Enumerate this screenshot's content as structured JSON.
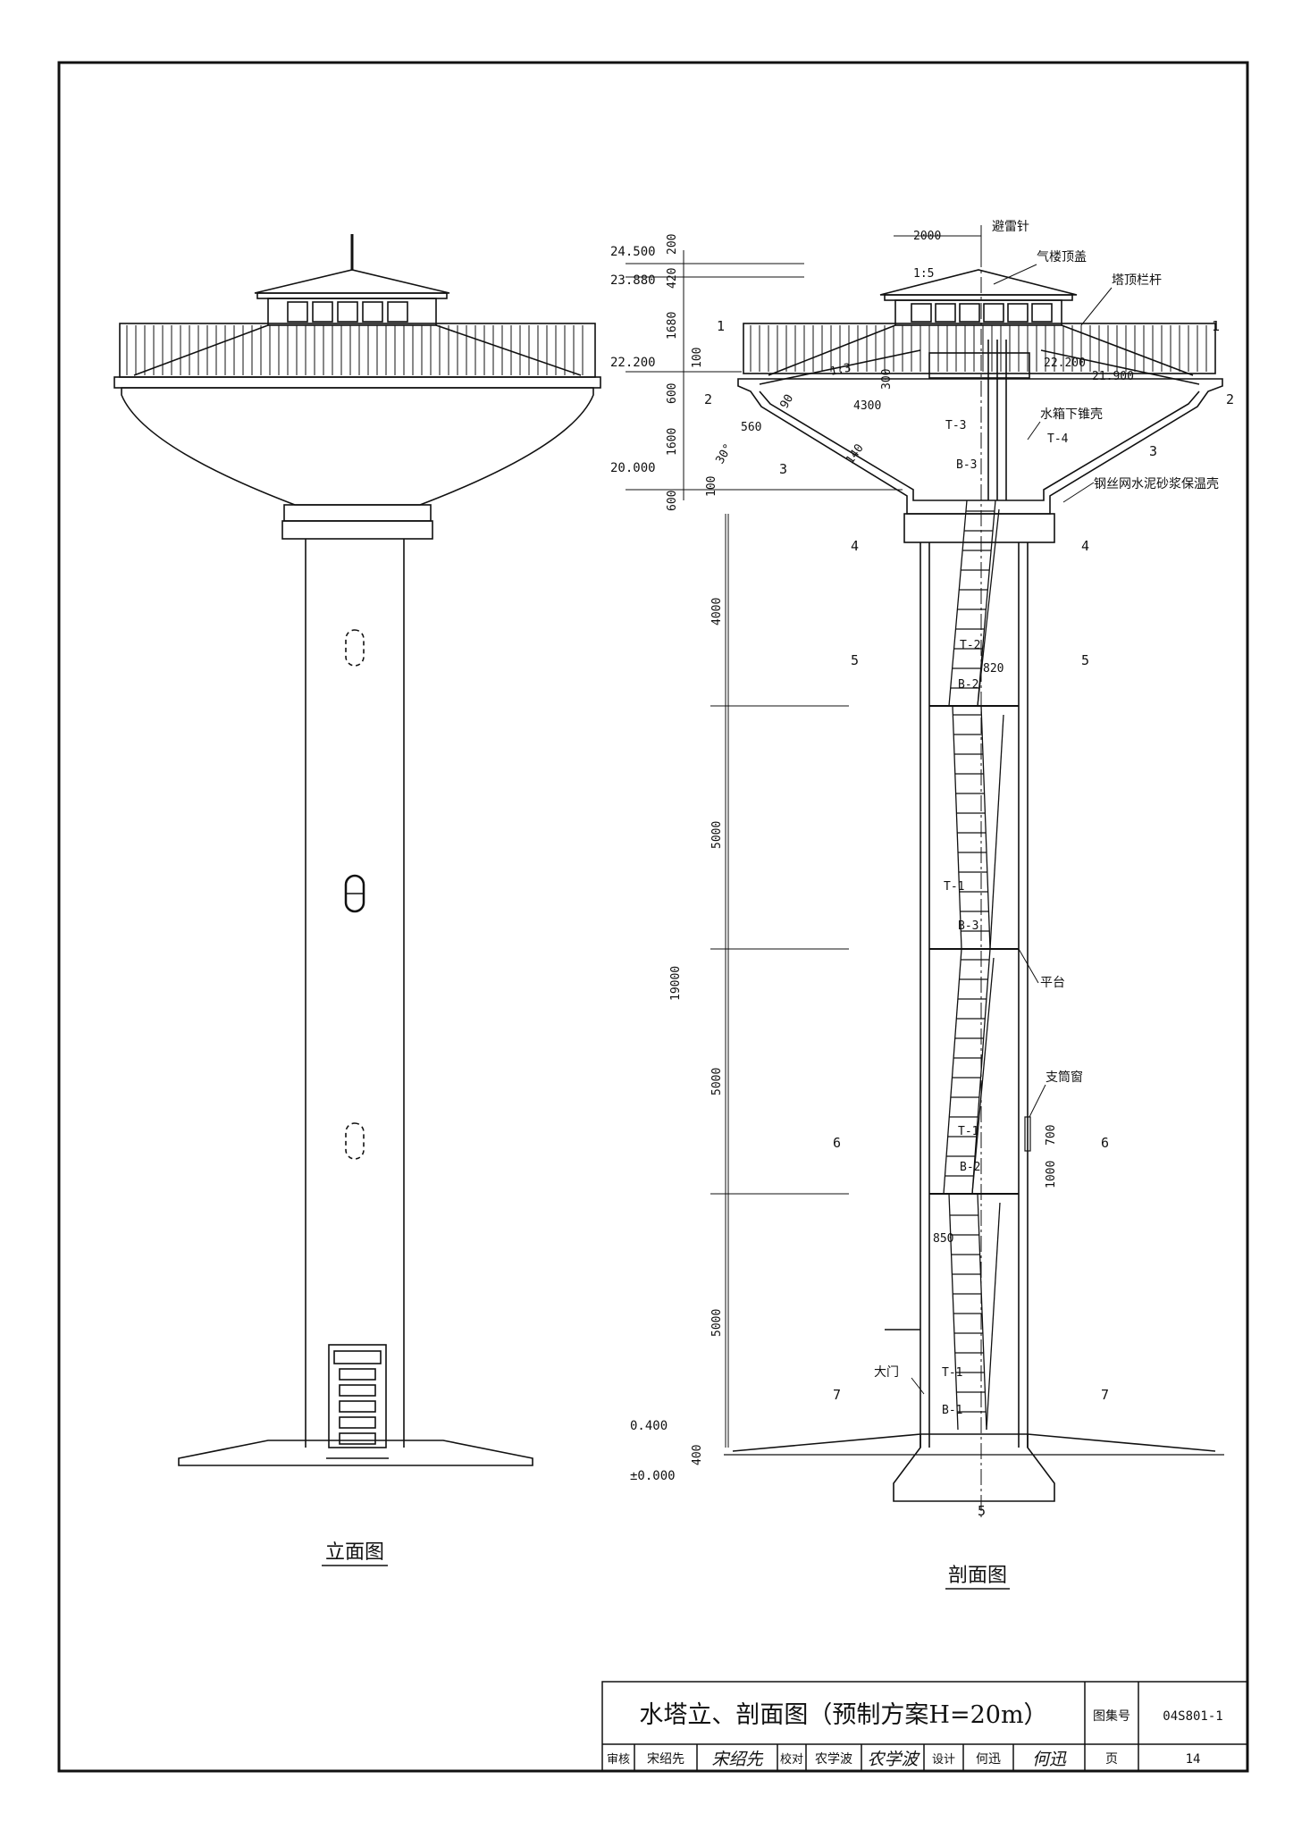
{
  "elevation_view": {
    "caption": "立面图"
  },
  "section_view": {
    "caption": "剖面图",
    "labels": {
      "lightning_rod": "避雷针",
      "roof_cover": "气楼顶盖",
      "railing": "塔顶栏杆",
      "lower_cone": "水箱下锥壳",
      "insulation_shell": "钢丝网水泥砂浆保温壳",
      "platform": "平台",
      "shaft_window": "支筒窗",
      "gate": "大门"
    },
    "elevations": [
      "24.500",
      "23.880",
      "22.200",
      "20.000",
      "0.400",
      "±0.000",
      "22.200",
      "21.900"
    ],
    "dimensions": [
      "200",
      "420",
      "1680",
      "100",
      "600",
      "1600",
      "100",
      "600",
      "4000",
      "5000",
      "5000",
      "5000",
      "19000",
      "400",
      "2000",
      "4300",
      "300",
      "90",
      "560",
      "30°",
      "140",
      "820",
      "850",
      "700",
      "1000"
    ],
    "slopes": [
      "1:5",
      "1:3"
    ],
    "components": [
      "T-3",
      "T-4",
      "B-3",
      "T-2",
      "B-2",
      "T-1",
      "B-3",
      "T-1",
      "B-2",
      "T-1",
      "B-1"
    ],
    "section_marks": [
      "1",
      "1",
      "2",
      "2",
      "3",
      "3",
      "4",
      "4",
      "5",
      "5",
      "6",
      "6",
      "7",
      "7",
      "5"
    ]
  },
  "title_block": {
    "title": "水塔立、剖面图（预制方案H=20m）",
    "atlas_label": "图集号",
    "atlas_no": "04S801-1",
    "page_label": "页",
    "page_no": "14",
    "review_label": "审核",
    "reviewer": "宋绍先",
    "check_label": "校对",
    "checker": "农学波",
    "design_label": "设计",
    "designer": "何迅",
    "sig_reviewer": "宋绍先",
    "sig_checker": "农学波",
    "sig_designer": "何迅"
  }
}
